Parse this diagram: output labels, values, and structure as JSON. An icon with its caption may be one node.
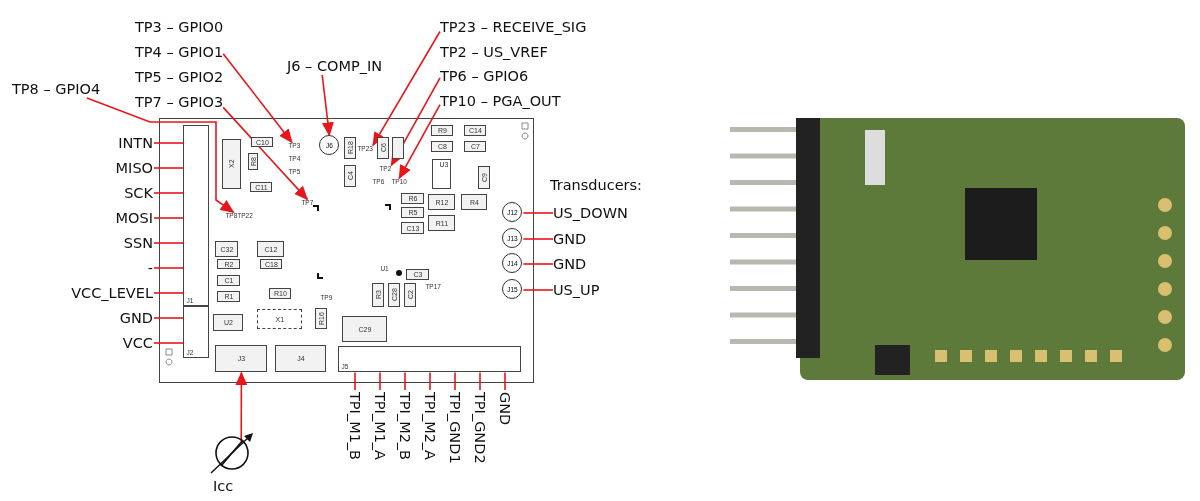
{
  "diagram": {
    "nodes": [
      {
        "text": [
          "TP8 – GPIO4"
        ]
      },
      {
        "text": [
          "TP4 – GPIO1"
        ]
      },
      {
        "text": [
          "TP7 – GPIO3"
        ]
      },
      {
        "text": [
          "J6 – COMP_IN"
        ]
      },
      {
        "text": [
          "TP23 – RECEIVE_SIG"
        ]
      },
      {
        "text": [
          "TP6 – GPIO6"
        ]
      },
      {
        "text": [
          "TP10 – PGA_OUT"
        ]
      },
      {
        "text": [
          "INTN"
        ]
      },
      {
        "text": [
          "MISO"
        ]
      },
      {
        "text": [
          "SCK"
        ]
      },
      {
        "text": [
          "MOSI"
        ]
      },
      {
        "text": [
          "SSN"
        ]
      },
      {
        "text": [
          "-"
        ]
      },
      {
        "text": [
          "VCC_LEVEL"
        ]
      },
      {
        "text": [
          "GND"
        ]
      },
      {
        "text": [
          "VCC"
        ]
      },
      {
        "text": [],
        "shape": "box"
      },
      {
        "text": [
          "J1"
        ],
        "in": 16
      },
      {
        "text": [
          "J2"
        ],
        "in": 16
      },
      {
        "text": [
          "TP3"
        ],
        "in": 16
      },
      {
        "text": [
          "TP4"
        ],
        "in": 16
      },
      {
        "text": [
          "TP5"
        ],
        "in": 16
      },
      {
        "text": [
          "TP7"
        ],
        "in": 16
      },
      {
        "text": [
          "TP8TP22"
        ],
        "in": 16
      },
      {
        "text": [
          "J6"
        ],
        "in": 16
      },
      {
        "text": [
          "TP23"
        ],
        "in": 16
      },
      {
        "text": [
          "TP2"
        ],
        "in": 16
      },
      {
        "text": [
          "TP6"
        ],
        "in": 16
      },
      {
        "text": [
          "TP10"
        ],
        "in": 16
      },
      {
        "text": [
          "J12"
        ],
        "in": 16
      },
      {
        "text": [
          "J13"
        ],
        "in": 16
      },
      {
        "text": [
          "J14"
        ],
        "in": 16
      },
      {
        "text": [
          "J15"
        ],
        "in": 16
      },
      {
        "text": [
          "J3"
        ],
        "in": 16
      },
      {
        "text": [
          "J4"
        ],
        "in": 16
      },
      {
        "text": [
          "J5"
        ],
        "in": 16
      },
      {
        "text": [
          "C10"
        ],
        "in": 16
      },
      {
        "text": [
          "R8"
        ],
        "in": 16
      },
      {
        "text": [
          "X2"
        ],
        "in": 16
      },
      {
        "text": [
          "C11"
        ],
        "in": 16
      },
      {
        "text": [
          "C32"
        ],
        "in": 16
      },
      {
        "text": [
          "C12"
        ],
        "in": 16
      },
      {
        "text": [
          "R2"
        ],
        "in": 16
      },
      {
        "text": [
          "C18"
        ],
        "in": 16
      },
      {
        "text": [
          "C1"
        ],
        "in": 16
      },
      {
        "text": [
          "R1"
        ],
        "in": 16
      },
      {
        "text": [
          "R10"
        ],
        "in": 16
      },
      {
        "text": [
          "U2"
        ],
        "in": 16
      },
      {
        "text": [
          "X1"
        ],
        "in": 16
      },
      {
        "text": [
          "TP9"
        ],
        "in": 16
      },
      {
        "text": [
          "R16"
        ],
        "in": 16
      },
      {
        "text": [
          "R18"
        ],
        "in": 16
      },
      {
        "text": [
          "C4"
        ],
        "in": 16
      },
      {
        "text": [
          "C6"
        ],
        "in": 16
      },
      {
        "text": [],
        "shape": "box",
        "in": 16
      },
      {
        "text": [
          "R9"
        ],
        "in": 16
      },
      {
        "text": [
          "C14"
        ],
        "in": 16
      },
      {
        "text": [
          "C8"
        ],
        "in": 16
      },
      {
        "text": [
          "C7"
        ],
        "in": 16
      },
      {
        "text": [
          "U3"
        ],
        "in": 16
      },
      {
        "text": [
          "C9"
        ],
        "in": 16
      },
      {
        "text": [
          "R6"
        ],
        "in": 16
      },
      {
        "text": [
          "R5"
        ],
        "in": 16
      },
      {
        "text": [
          "C13"
        ],
        "in": 16
      },
      {
        "text": [
          "R12"
        ],
        "in": 16
      },
      {
        "text": [
          "R11"
        ],
        "in": 16
      },
      {
        "text": [
          "R4"
        ],
        "in": 16
      },
      {
        "text": [
          "U1"
        ],
        "in": 16
      },
      {
        "text": [
          "C3"
        ],
        "in": 16
      },
      {
        "text": [
          "TP17"
        ],
        "in": 16
      },
      {
        "text": [
          "R3"
        ],
        "in": 16
      },
      {
        "text": [
          "C28"
        ],
        "in": 16
      },
      {
        "text": [
          "C2"
        ],
        "in": 16
      },
      {
        "text": [
          "C29"
        ],
        "in": 16
      },
      {
        "text": [
          "US_DOWN"
        ]
      },
      {
        "text": [
          "GND"
        ]
      },
      {
        "text": [
          "GND"
        ]
      },
      {
        "text": [
          "US_UP"
        ]
      },
      {
        "text": [
          "TPI_M1_B"
        ]
      },
      {
        "text": [
          "TPI_M1_A"
        ]
      },
      {
        "text": [
          "TPI_M2_B"
        ]
      },
      {
        "text": [
          "TPI_M2_A"
        ]
      },
      {
        "text": [
          "TPI_GND1"
        ]
      },
      {
        "text": [
          "TPI_GND2"
        ]
      },
      {
        "text": [
          "GND"
        ]
      },
      {
        "text": [],
        "shape": "circle",
        "beside": [
          "Icc"
        ]
      }
    ],
    "edges": [
      {
        "from": 0,
        "to": 23,
        "arrow": "to"
      },
      {
        "from": 1,
        "to": 19,
        "arrow": "to"
      },
      {
        "from": 2,
        "to": 22,
        "arrow": "to"
      },
      {
        "from": 3,
        "to": 24,
        "arrow": "to"
      },
      {
        "from": 4,
        "to": 25,
        "arrow": "to"
      },
      {
        "from": 5,
        "to": 26,
        "arrow": "to"
      },
      {
        "from": 6,
        "to": 28,
        "arrow": "to"
      },
      {
        "from": 7,
        "to": 17,
        "arrow": "none"
      },
      {
        "from": 8,
        "to": 17,
        "arrow": "none"
      },
      {
        "from": 9,
        "to": 17,
        "arrow": "none"
      },
      {
        "from": 10,
        "to": 17,
        "arrow": "none"
      },
      {
        "from": 11,
        "to": 17,
        "arrow": "none"
      },
      {
        "from": 12,
        "to": 17,
        "arrow": "none"
      },
      {
        "from": 13,
        "to": 17,
        "arrow": "none"
      },
      {
        "from": 14,
        "to": 18,
        "arrow": "none"
      },
      {
        "from": 15,
        "to": 18,
        "arrow": "none"
      },
      {
        "from": 29,
        "to": 74,
        "arrow": "none"
      },
      {
        "from": 30,
        "to": 75,
        "arrow": "none"
      },
      {
        "from": 31,
        "to": 76,
        "arrow": "none"
      },
      {
        "from": 32,
        "to": 77,
        "arrow": "none"
      },
      {
        "from": 35,
        "to": 78,
        "arrow": "none"
      },
      {
        "from": 35,
        "to": 79,
        "arrow": "none"
      },
      {
        "from": 35,
        "to": 80,
        "arrow": "none"
      },
      {
        "from": 35,
        "to": 81,
        "arrow": "none"
      },
      {
        "from": 35,
        "to": 82,
        "arrow": "none"
      },
      {
        "from": 35,
        "to": 83,
        "arrow": "none"
      },
      {
        "from": 35,
        "to": 84,
        "arrow": "none"
      },
      {
        "from": 85,
        "to": 33,
        "arrow": "to"
      }
    ],
    "labels": [
      "TP3 – GPIO0",
      "TP5 – GPIO2",
      "TP2 – US_VREF",
      "Transducers:"
    ]
  }
}
